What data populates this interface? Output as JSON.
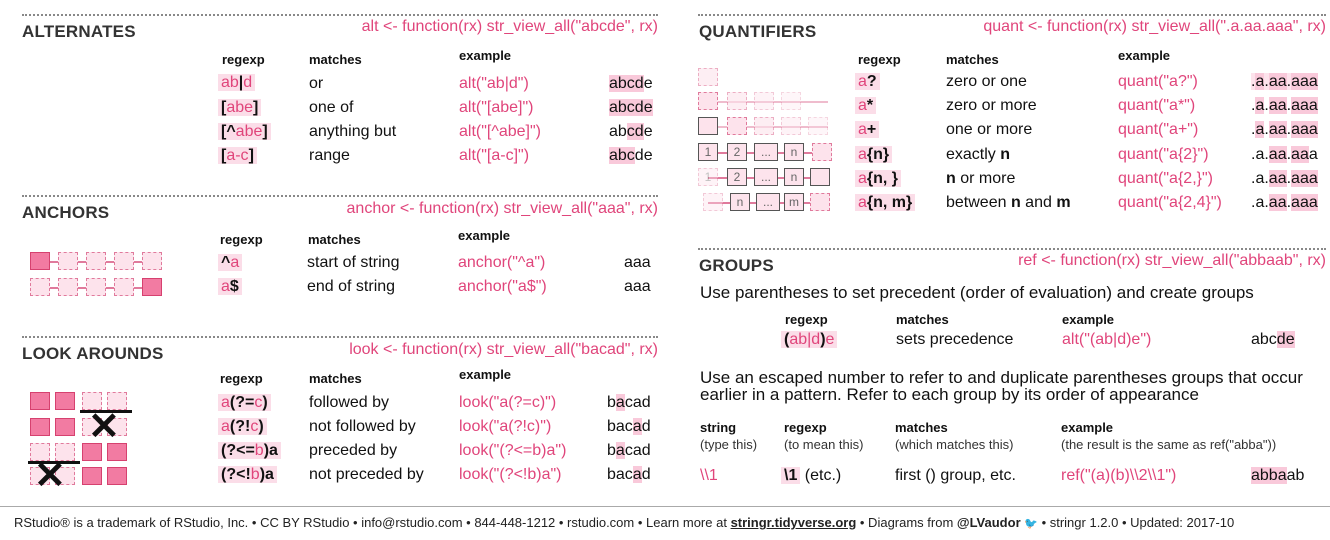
{
  "alternates": {
    "title": "ALTERNATES",
    "fn": "alt <- function(rx) str_view_all(\"abcde\", rx)",
    "headers": {
      "regexp": "regexp",
      "matches": "matches",
      "example": "example"
    },
    "rows": [
      {
        "re_a": "ab",
        "re_b": "|",
        "re_c": "d",
        "match": "or",
        "example": "alt(\"ab|d\")",
        "res_a": "abc",
        "res_b": "d",
        "res_c": "e"
      },
      {
        "re_a": "[",
        "re_b": "abe",
        "re_c": "]",
        "match": "one of",
        "example": "alt(\"[abe]\")",
        "res_a": "abcde",
        "res_b": "",
        "res_c": ""
      },
      {
        "re_a": "[^",
        "re_b": "abe",
        "re_c": "]",
        "match": "anything but",
        "example": "alt(\"[^abe]\")",
        "res_a": "ab",
        "res_b": "cd",
        "res_c": "e"
      },
      {
        "re_a": "[",
        "re_b": "a-c",
        "re_c": "]",
        "match": "range",
        "example": "alt(\"[a-c]\")",
        "res_a": "abc",
        "res_b": "de",
        "res_c": ""
      }
    ]
  },
  "anchors": {
    "title": "ANCHORS",
    "fn": "anchor <- function(rx) str_view_all(\"aaa\", rx)",
    "headers": {
      "regexp": "regexp",
      "matches": "matches",
      "example": "example"
    },
    "rows": [
      {
        "re_a": "^",
        "re_b": "a",
        "match": "start of string",
        "example": "anchor(\"^a\")",
        "result": "aaa"
      },
      {
        "re_a": "a",
        "re_b": "$",
        "match": "end of string",
        "example": "anchor(\"a$\")",
        "result": "aaa"
      }
    ]
  },
  "lookarounds": {
    "title": "LOOK AROUNDS",
    "fn": "look <- function(rx) str_view_all(\"bacad\", rx)",
    "headers": {
      "regexp": "regexp",
      "matches": "matches",
      "example": "example"
    },
    "rows": [
      {
        "re_a": "a",
        "re_b": "(?=",
        "re_c": "c",
        "re_d": ")",
        "match": "followed by",
        "example": "look(\"a(?=c)\")",
        "result": "bacad"
      },
      {
        "re_a": "a",
        "re_b": "(?!",
        "re_c": "c",
        "re_d": ")",
        "match": "not followed by",
        "example": "look(\"a(?!c)\")",
        "result": "bacad"
      },
      {
        "re_a": "",
        "re_b": "(?<=",
        "re_c": "b",
        "re_d": ")a",
        "match": "preceded by",
        "example": "look(\"(?<=b)a\")",
        "result": "bacad"
      },
      {
        "re_a": "",
        "re_b": "(?<!",
        "re_c": "b",
        "re_d": ")a",
        "match": "not preceded by",
        "example": "look(\"(?<!b)a\")",
        "result": "bacad"
      }
    ]
  },
  "quantifiers": {
    "title": "QUANTIFIERS",
    "fn": "quant <- function(rx) str_view_all(\".a.aa.aaa\", rx)",
    "headers": {
      "regexp": "regexp",
      "matches": "matches",
      "example": "example"
    },
    "rows": [
      {
        "re_a": "a",
        "re_b": "?",
        "match_a": "zero or one",
        "match_b": "",
        "match_c": "",
        "match_d": "",
        "example": "quant(\"a?\")",
        "result": ".a.aa.aaa"
      },
      {
        "re_a": "a",
        "re_b": "*",
        "match_a": "zero or more",
        "match_b": "",
        "match_c": "",
        "match_d": "",
        "example": "quant(\"a*\")",
        "result": ".a.aa.aaa"
      },
      {
        "re_a": "a",
        "re_b": "+",
        "match_a": "one or more",
        "match_b": "",
        "match_c": "",
        "match_d": "",
        "example": "quant(\"a+\")",
        "result": ".a.aa.aaa"
      },
      {
        "re_a": "a",
        "re_b": "{n}",
        "match_a": "exactly ",
        "match_b": "n",
        "match_c": "",
        "match_d": "",
        "example": "quant(\"a{2}\")",
        "result": ".a.aa.aaa"
      },
      {
        "re_a": "a",
        "re_b": "{n, }",
        "match_a": "",
        "match_b": "n",
        "match_c": " or more",
        "match_d": "",
        "example": "quant(\"a{2,}\")",
        "result": ".a.aa.aaa"
      },
      {
        "re_a": "a",
        "re_b": "{n, m}",
        "match_a": "between ",
        "match_b": "n",
        "match_c": " and ",
        "match_d": "m",
        "example": "quant(\"a{2,4}\")",
        "result": ".a.aa.aaa"
      }
    ],
    "diagram_labels": {
      "one": "1",
      "two": "2",
      "dots": "...",
      "n": "n",
      "m": "m"
    }
  },
  "groups": {
    "title": "GROUPS",
    "fn": "ref <- function(rx) str_view_all(\"abbaab\", rx)",
    "intro": "Use parentheses to set precedent (order of evaluation) and create groups",
    "headers": {
      "regexp": "regexp",
      "matches": "matches",
      "example": "example"
    },
    "row": {
      "re_a": "(",
      "re_b": "ab|d",
      "re_c": ")",
      "re_d": "e",
      "match": "sets precedence",
      "example": "alt(\"(ab|d)e\")",
      "result": "abcde"
    },
    "para1": "Use an escaped number to refer to and duplicate parentheses groups that occur",
    "para2": "earlier in a pattern. Refer to each group by its order of appearance",
    "headers2": {
      "string": "string",
      "string_sub": "(type this)",
      "regexp": "regexp",
      "regexp_sub": "(to mean this)",
      "matches": "matches",
      "matches_sub": "(which matches this)",
      "example": "example",
      "example_sub": "(the result is the same as ref(\"abba\"))"
    },
    "row2": {
      "string": "\\\\1",
      "re_a": "\\1",
      "re_b": " (etc.)",
      "match": "first () group, etc.",
      "example": "ref(\"(a)(b)\\\\2\\\\1\")",
      "result": "abbaab"
    }
  },
  "footer": {
    "t1": "RStudio® is a trademark of RStudio, Inc.  •  CC BY RStudio •  info@rstudio.com  •  844-448-1212 • rstudio.com •  Learn more at ",
    "link": "stringr.tidyverse.org",
    "t2": " •  Diagrams from ",
    "author": "@LVaudor",
    "twitter": "🐦",
    "t3": " • stringr  1.2.0 •  Updated: 2017-10"
  },
  "colors": {
    "accent": "#e0457b",
    "highlight": "#f9c9da",
    "light": "#fde3ec"
  }
}
